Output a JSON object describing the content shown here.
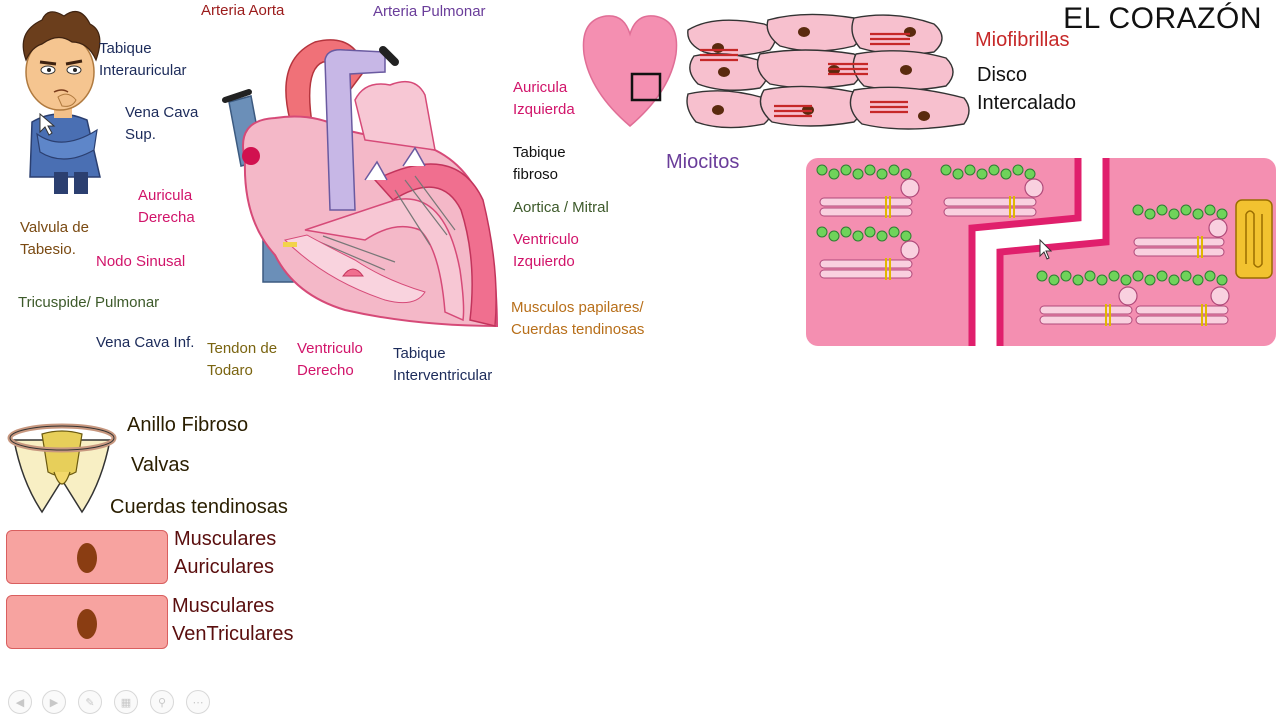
{
  "title": "EL CORAZÓN",
  "colors": {
    "dark_red": "#9b1b1b",
    "purple": "#6a3d9a",
    "magenta": "#d1146a",
    "navy": "#1c2b5a",
    "olive_green": "#3d5a2a",
    "brown": "#7a4a12",
    "orange_brown": "#b86f1a",
    "heart_pink": "#f4b8c8",
    "tissue_pink": "#f48fb1"
  },
  "heart_labels": {
    "arteria_aorta": "Arteria Aorta",
    "arteria_pulmonar": "Arteria Pulmonar",
    "tabique_interauricular": "Tabique\nInterauricular",
    "vena_cava_sup": "Vena Cava\nSup.",
    "auricula_derecha": "Auricula\nDerecha",
    "valvula_tebesio": "Valvula de\nTabesio.",
    "nodo_sinusal": "Nodo Sinusal",
    "tricuspide_pulmonar": "Tricuspide/ Pulmonar",
    "vena_cava_inf": "Vena Cava Inf.",
    "tendon_todaro": "Tendon de\nTodaro",
    "ventriculo_derecho": "Ventriculo\nDerecho",
    "tabique_interventricular": "Tabique\nInterventricular",
    "auricula_izquierda": "Auricula\nIzquierda",
    "tabique_fibroso": "Tabique\nfibroso",
    "aortica_mitral": "Aortica / Mitral",
    "ventriculo_izquierdo": "Ventriculo\nIzquierdo",
    "musculos_papilares": "Musculos papilares/\nCuerdas tendinosas"
  },
  "cell_labels": {
    "miocitos": "Miocitos",
    "miofibrillas": "Miofibrillas",
    "disco_intercalado": "Disco\nIntercalado"
  },
  "valve_labels": {
    "anillo_fibroso": "Anillo Fibroso",
    "valvas": "Valvas",
    "cuerdas_tendinosas": "Cuerdas tendinosas"
  },
  "muscle_labels": {
    "auriculares": "Musculares\nAuriculares",
    "ventriculares": "Musculares\nVenTriculares"
  },
  "slide_controls": [
    {
      "name": "previous-slide-icon",
      "glyph": "◀"
    },
    {
      "name": "next-slide-icon",
      "glyph": "▶"
    },
    {
      "name": "pen-icon",
      "glyph": "✎"
    },
    {
      "name": "slides-grid-icon",
      "glyph": "▦"
    },
    {
      "name": "zoom-icon",
      "glyph": "⚲"
    },
    {
      "name": "more-options-icon",
      "glyph": "⋯"
    }
  ]
}
